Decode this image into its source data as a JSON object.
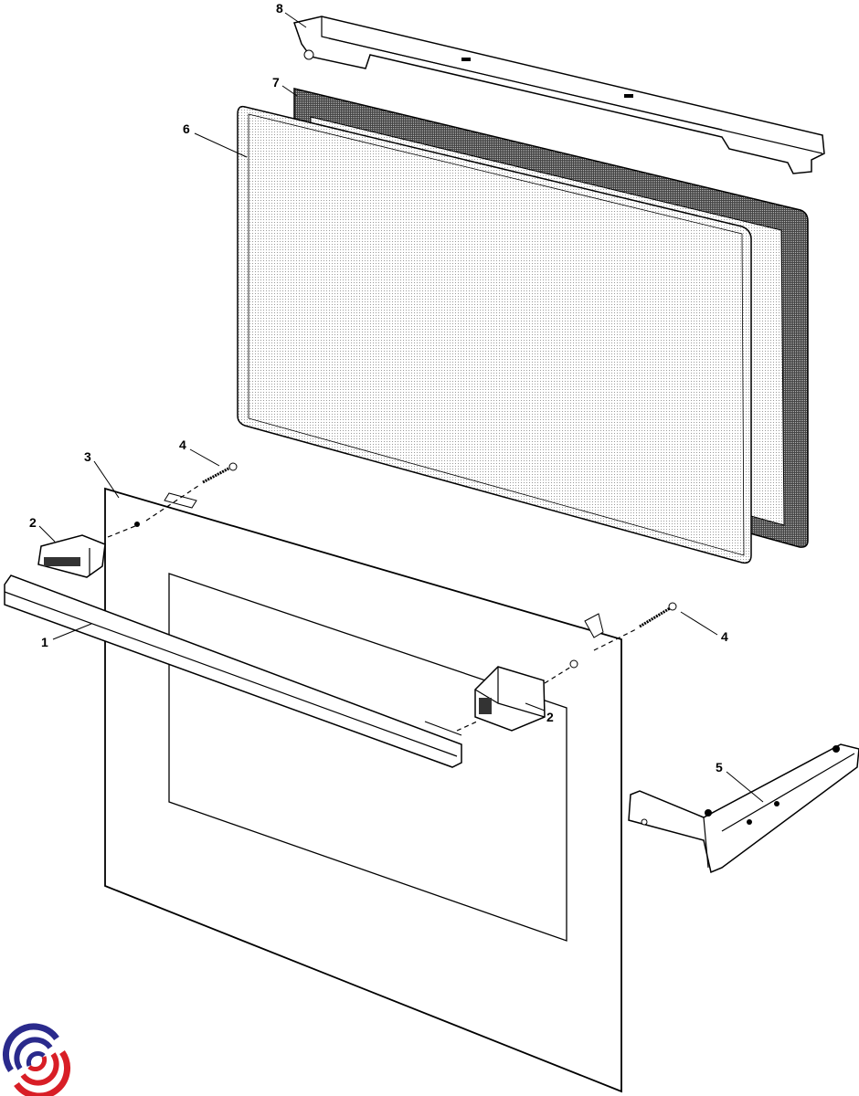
{
  "diagram": {
    "title": "Oven door exploded parts diagram",
    "labels": {
      "part1": "1",
      "part2a": "2",
      "part2b": "2",
      "part3": "3",
      "part4a": "4",
      "part4b": "4",
      "part5": "5",
      "part6": "6",
      "part7": "7",
      "part8": "8"
    },
    "colors": {
      "logo_blue": "#2a2a8c",
      "logo_red": "#d81e26",
      "seal": "#555555",
      "glass": "#e6e6e6"
    }
  }
}
